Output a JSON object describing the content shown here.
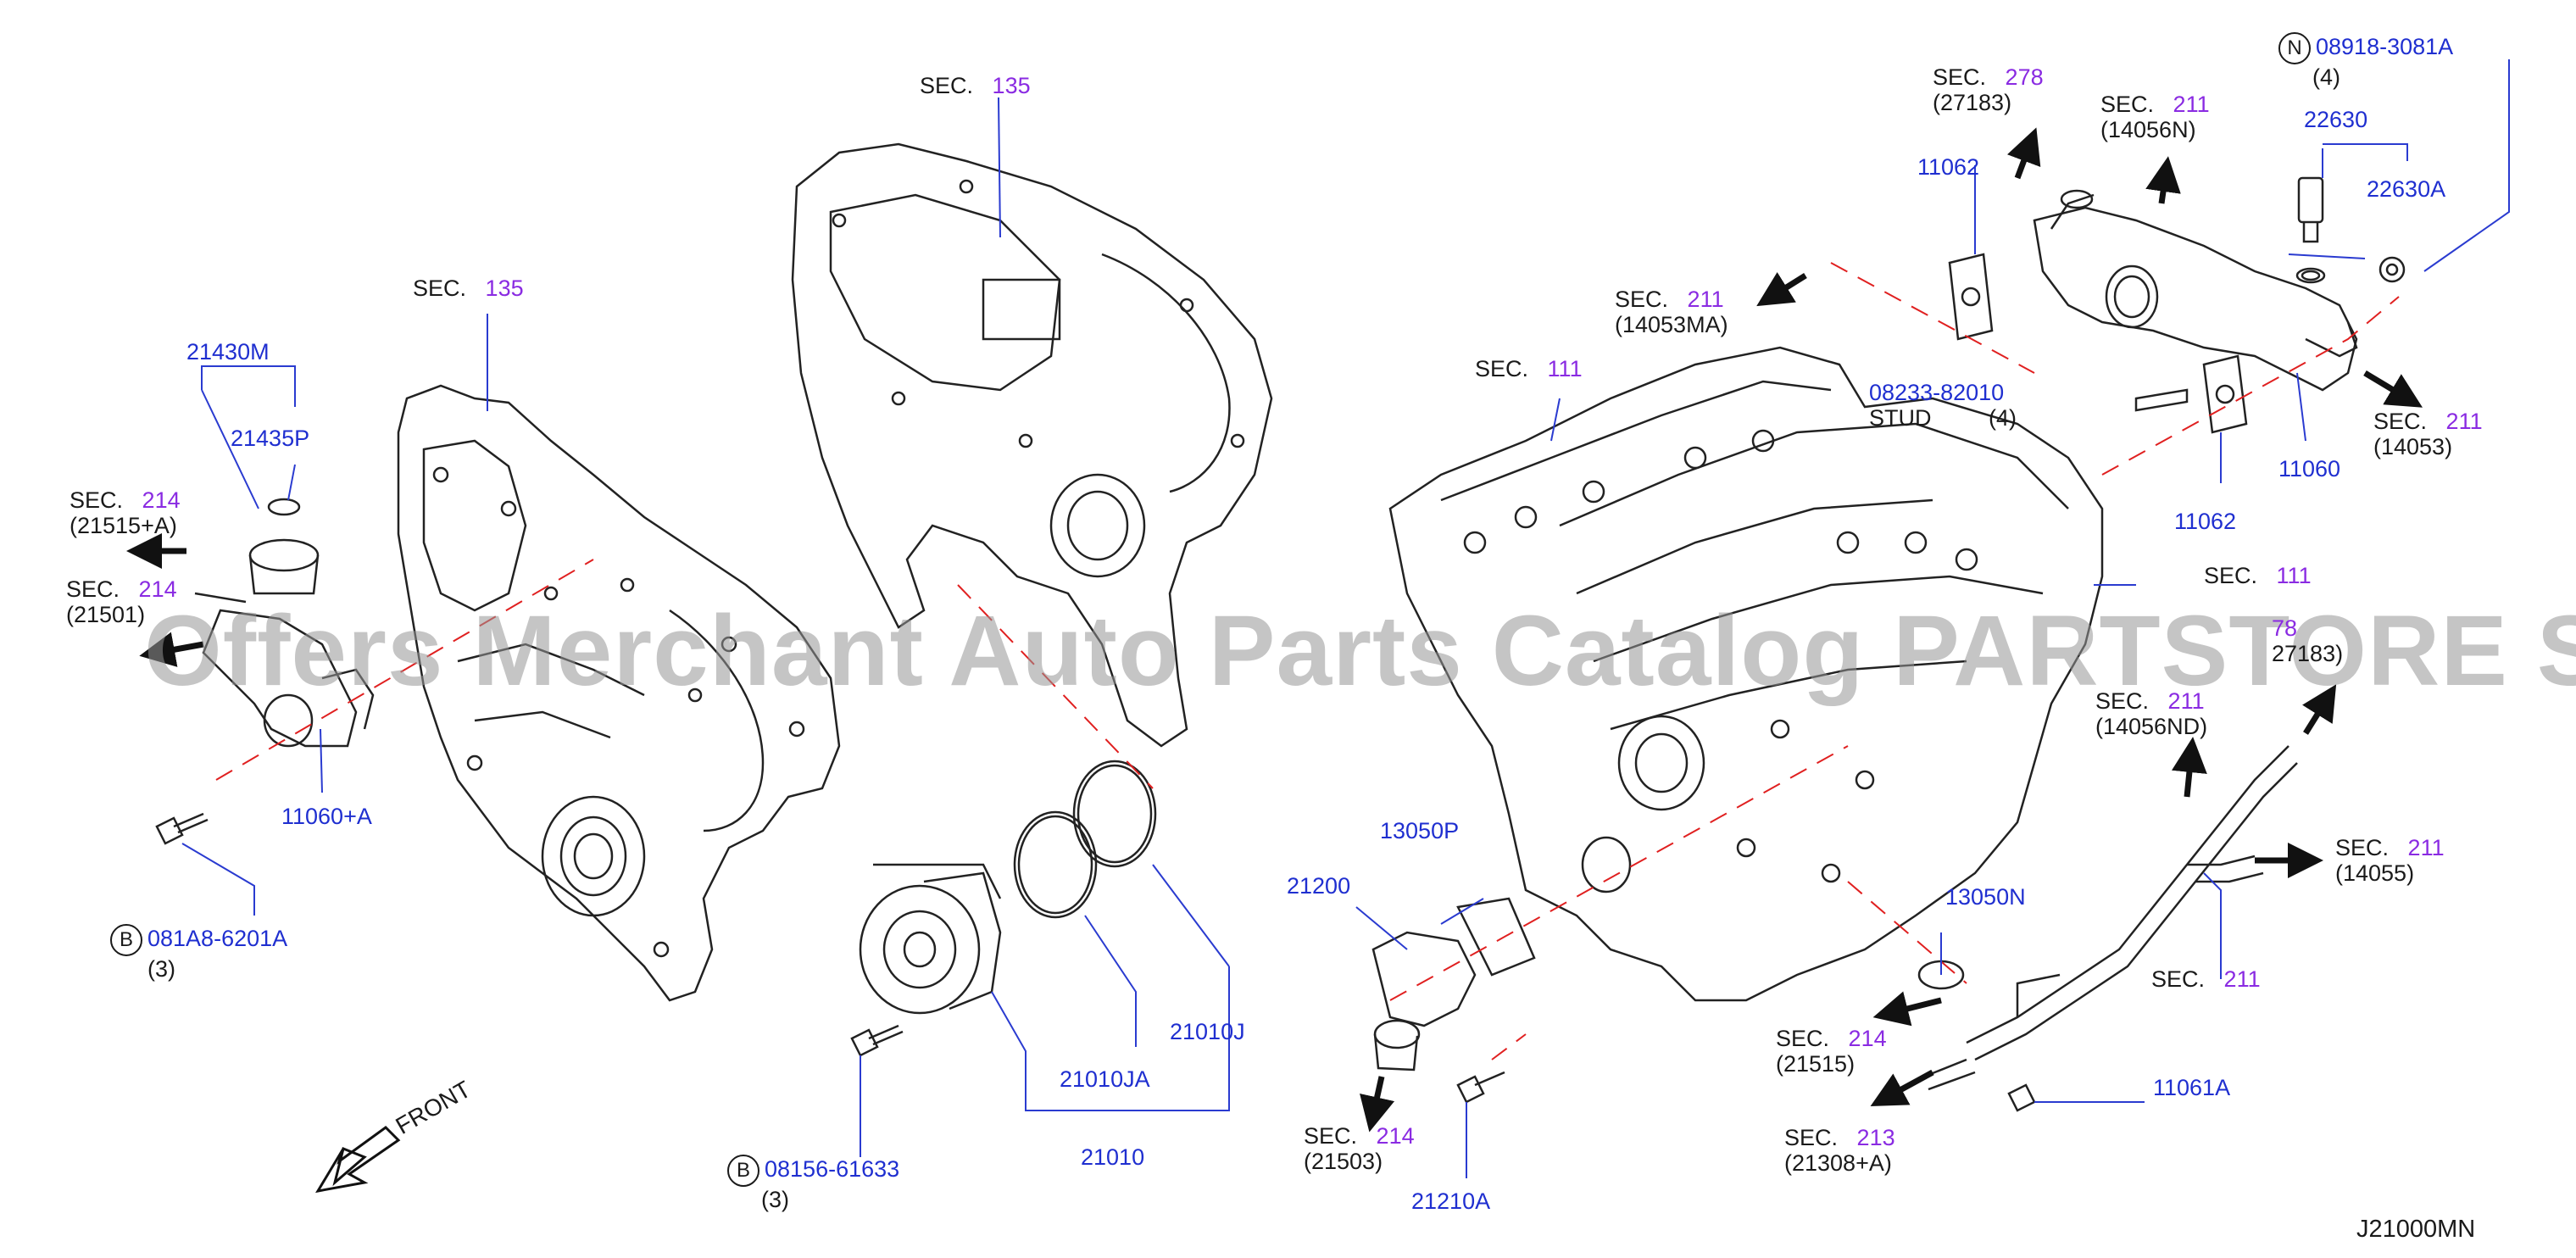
{
  "diagram_code": "J21000MN",
  "watermark": "Offers Merchant Auto Parts Catalog PARTSTORE SA",
  "front_label": "FRONT",
  "sec_prefix": "SEC.",
  "stud_label": "STUD",
  "sec_refs": {
    "s135a": {
      "num": "135"
    },
    "s135b": {
      "num": "135"
    },
    "s214a": {
      "num": "214",
      "part": "(21515+A)"
    },
    "s214b": {
      "num": "214",
      "part": "(21501)"
    },
    "s278": {
      "num": "278",
      "part": "(27183)"
    },
    "s211a": {
      "num": "211",
      "part": "(14056N)"
    },
    "s211b": {
      "num": "211",
      "part": "(14053MA)"
    },
    "s111a": {
      "num": "111"
    },
    "s211c": {
      "num": "211",
      "part": "(14053)"
    },
    "s111b": {
      "num": "111"
    },
    "s278b": {
      "num": "78",
      "part": "27183)"
    },
    "s211d": {
      "num": "211",
      "part": "(14056ND)"
    },
    "s211e": {
      "num": "211",
      "part": "(14055)"
    },
    "s211f": {
      "num": "211"
    },
    "s214c": {
      "num": "214",
      "part": "(21515)"
    },
    "s213": {
      "num": "213",
      "part": "(21308+A)"
    },
    "s214d": {
      "num": "214",
      "part": "(21503)"
    }
  },
  "parts": {
    "p21430M": "21430M",
    "p21435P": "21435P",
    "p11060A": "11060+A",
    "p081A8": "081A8-6201A",
    "q081A8": "(3)",
    "p08156": "08156-61633",
    "q08156": "(3)",
    "p21010J": "21010J",
    "p21010JA": "21010JA",
    "p21010": "21010",
    "p13050P": "13050P",
    "p21200": "21200",
    "p21210A": "21210A",
    "p13050N": "13050N",
    "p11061A": "11061A",
    "p11062a": "11062",
    "p11062b": "11062",
    "p08233": "08233-82010",
    "q08233": "(4)",
    "p22630": "22630",
    "p22630A": "22630A",
    "p08918": "08918-3081A",
    "q08918": "(4)",
    "p11060": "11060"
  },
  "circle_letters": {
    "b1": "B",
    "b2": "B",
    "n1": "N"
  },
  "colors": {
    "part_number": "#1f2fd0",
    "section_number": "#8a2be2",
    "line": "#222222",
    "leader": "#2a3bd0",
    "dash": "#e02020"
  }
}
